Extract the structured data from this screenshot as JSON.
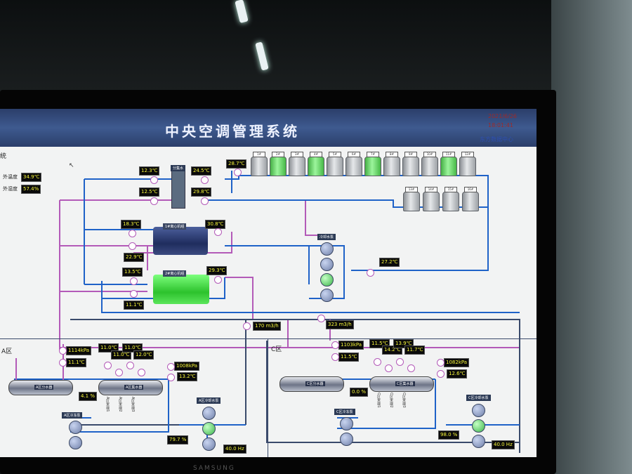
{
  "app": {
    "title": "中央空调管理系统",
    "date": "2021/6/26",
    "time": "18:01:41",
    "org": "东方数据中心",
    "partial_label": "统",
    "brand": "SAMSUNG"
  },
  "outdoor": {
    "temp_label": "外温度",
    "temp_value": "34.9℃",
    "humidity_label": "外湿度",
    "humidity_value": "57.4%"
  },
  "towers": {
    "labels": [
      "1#",
      "2#",
      "3#",
      "4#",
      "5#",
      "6#",
      "7#",
      "8#",
      "9#",
      "10#",
      "11#",
      "12#",
      "13#",
      "14#",
      "15#",
      "16#"
    ],
    "status": [
      "off",
      "on",
      "off",
      "on",
      "off",
      "off",
      "on",
      "off",
      "off",
      "off",
      "on",
      "off",
      "off",
      "off",
      "off",
      "off"
    ]
  },
  "plant": {
    "hot_water_out": "12.3℃",
    "hot_water_in": "24.5℃",
    "hot_water_2": "12.5℃",
    "hot_water_3": "29.8℃",
    "tower_out": "28.7℃",
    "chiller1_label": "1#离心机组",
    "chiller1_left": "18.3℃",
    "chiller1_right": "30.8℃",
    "chiller1_bottom": "22.9℃",
    "chiller2_label": "2#离心机组",
    "chiller2_left": "13.5℃",
    "chiller2_right": "29.3℃",
    "chiller2_bottom": "11.1℃",
    "cooling_pump_label": "冷却水泵",
    "cooling_return": "27.2℃",
    "flow1": "170 m3/h",
    "flow2": "323 m3/h",
    "header_label": "分集水"
  },
  "zone_a": {
    "name": "A区",
    "pressure": "1114kPa",
    "temp": "11.1℃",
    "t1": "11.0℃",
    "t2": "11.0℃",
    "t3": "11.0℃",
    "t4": "12.0℃",
    "supply_pressure": "1008kPa",
    "supply_temp": "13.2℃",
    "tank1": "A区分水器",
    "tank2": "A区集水器",
    "valve_pct": "4.1 %",
    "pump_label1": "A区冷冻泵",
    "pump_label2": "A区冷却水泵",
    "valve2_pct": "79.7 %",
    "freq": "40.0 Hz"
  },
  "zone_c": {
    "name": "C区",
    "pressure": "1103kPa",
    "temp": "11.5℃",
    "t1": "11.5℃",
    "t2": "14.2℃",
    "t3": "13.9℃",
    "t4": "11.7℃",
    "supply_pressure": "1082kPa",
    "supply_temp": "12.6℃",
    "tank1": "C区分水器",
    "tank2": "C区集水器",
    "valve_pct": "0.0 %",
    "pump_label1": "C区冷冻泵",
    "pump_label2": "C区冷却水泵",
    "valve2_pct": "98.0 %",
    "freq": "40.0 Hz"
  },
  "colors": {
    "pipe_blue": "#1f62c8",
    "pipe_purple": "#b35ab8",
    "pipe_dark": "#3a4a6b",
    "value_text": "#f6f63a"
  }
}
